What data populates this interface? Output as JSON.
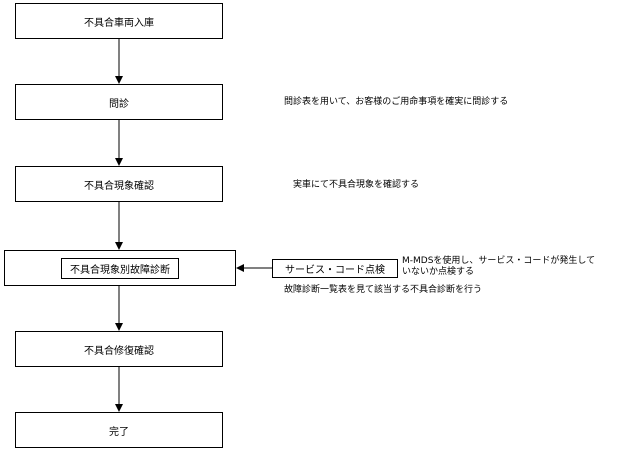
{
  "steps": [
    {
      "label": "不具合車両入庫"
    },
    {
      "label": "問診"
    },
    {
      "label": "不具合現象確認"
    },
    {
      "label": "不具合現象別故障診断"
    },
    {
      "label": "不具合修復確認"
    },
    {
      "label": "完了"
    }
  ],
  "side_box": {
    "label": "サービス・コード点検"
  },
  "notes": {
    "monshin": "問診表を用いて、お客様のご用命事項を確実に問診する",
    "genshou": "実車にて不具合現象を確認する",
    "mmds_line1": "M-MDSを使用し、サービス・コードが発生して",
    "mmds_line2": "いないか点検する",
    "kosho": "故障診断一覧表を見て該当する不具合診断を行う"
  }
}
